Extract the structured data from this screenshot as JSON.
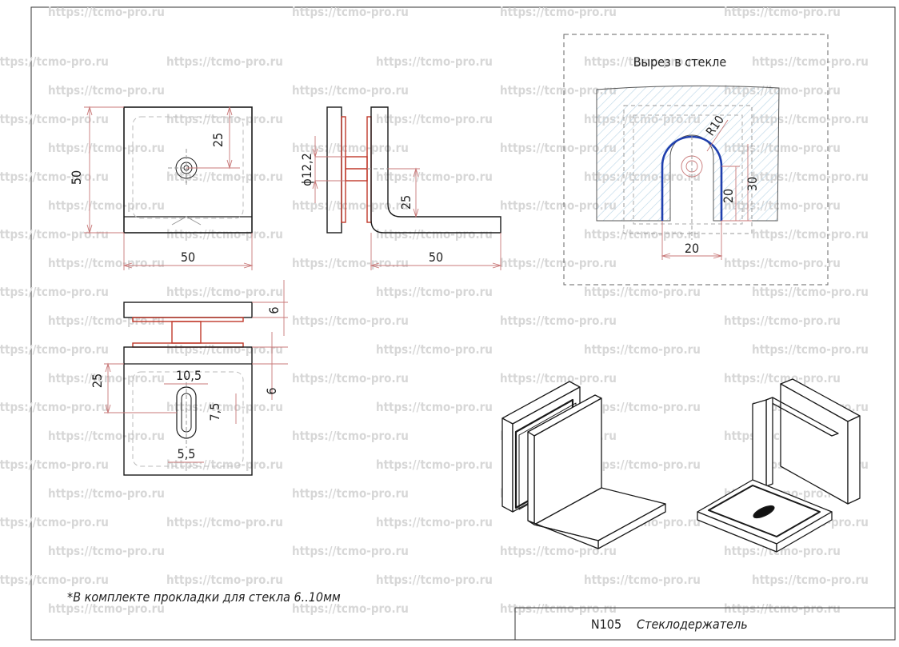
{
  "watermark": "https://tcmo-pro.ru",
  "glass_cutout": {
    "title": "Вырез в стекле",
    "radius_label": "R10",
    "depth_label": "20",
    "depth_total_label": "30",
    "width_label": "20"
  },
  "front_view": {
    "height_label": "50",
    "hole_height_label": "25",
    "width_label": "50"
  },
  "side_view": {
    "diameter_label": "ϕ12,2",
    "leg_label": "25",
    "length_label": "50"
  },
  "top_view": {
    "pad_label": "6",
    "gap_label": "6",
    "slot_height_label": "25",
    "slot_width_label": "10,5",
    "slot_length_label": "7,5",
    "slot_narrow_label": "5,5"
  },
  "note": "*В комплекте прокладки для стекла 6..10мм",
  "title_block": {
    "number": "N105",
    "name": "Стеклодержатель"
  },
  "colors": {
    "line": "#1a1a1a",
    "dim": "#c87878",
    "gasket": "#c0392b",
    "cutout": "#1f3fae",
    "glass_hatch": "#b8d4e6"
  }
}
